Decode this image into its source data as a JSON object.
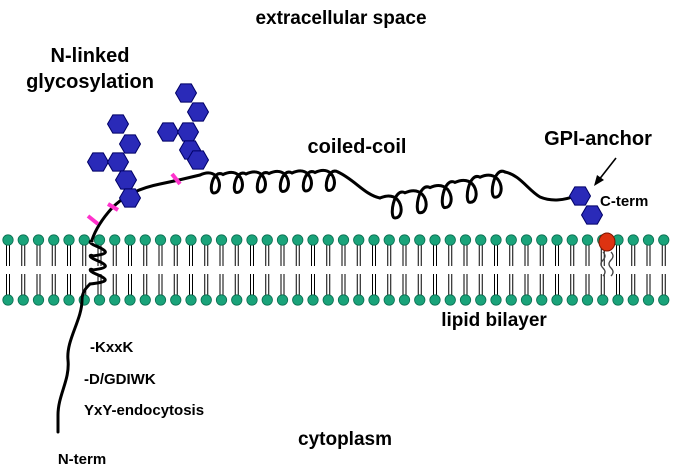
{
  "labels": {
    "extracellular": "extracellular space",
    "cytoplasm": "cytoplasm",
    "lipid_bilayer": "lipid bilayer",
    "glycosylation_line1": "N-linked",
    "glycosylation_line2": "glycosylation",
    "coiled_coil": "coiled-coil",
    "gpi_anchor": "GPI-anchor",
    "c_term": "C-term",
    "n_term": "N-term",
    "motif_kxxk": "-KxxK",
    "motif_dgdiwk": "-D/GDIWK",
    "motif_yxy": "YxY-endocytosis"
  },
  "colors": {
    "lipid_head": "#1aa37a",
    "lipid_head_stroke": "#0b6e50",
    "lipid_tail": "#000000",
    "sugar_fill": "#2a2ab8",
    "sugar_stroke": "#000066",
    "glyco_site": "#ff33cc",
    "gpi_anchor_head": "#dd3311",
    "backbone": "#000000",
    "text": "#000000"
  },
  "icons": {
    "sugar": "blue-hexagon",
    "lipid": "phospholipid",
    "glyco_site": "magenta-tick",
    "gpi": "red-ellipse"
  }
}
